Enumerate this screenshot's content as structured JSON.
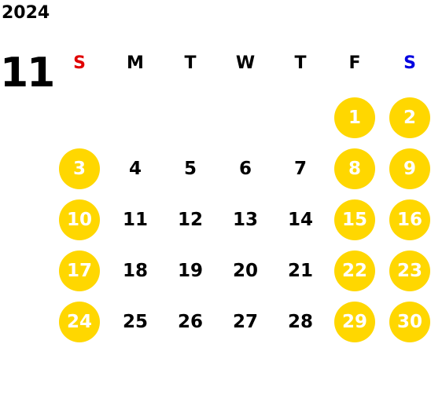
{
  "calendar": {
    "year": "2024",
    "month": "11",
    "weekdays": [
      {
        "label": "S",
        "color": "#e00000"
      },
      {
        "label": "M",
        "color": "#000000"
      },
      {
        "label": "T",
        "color": "#000000"
      },
      {
        "label": "W",
        "color": "#000000"
      },
      {
        "label": "T",
        "color": "#000000"
      },
      {
        "label": "F",
        "color": "#000000"
      },
      {
        "label": "S",
        "color": "#0000e0"
      }
    ],
    "first_weekday_index": 5,
    "days": [
      {
        "n": "1",
        "highlight": true
      },
      {
        "n": "2",
        "highlight": true
      },
      {
        "n": "3",
        "highlight": true
      },
      {
        "n": "4",
        "highlight": false
      },
      {
        "n": "5",
        "highlight": false
      },
      {
        "n": "6",
        "highlight": false
      },
      {
        "n": "7",
        "highlight": false
      },
      {
        "n": "8",
        "highlight": true
      },
      {
        "n": "9",
        "highlight": true
      },
      {
        "n": "10",
        "highlight": true
      },
      {
        "n": "11",
        "highlight": false
      },
      {
        "n": "12",
        "highlight": false
      },
      {
        "n": "13",
        "highlight": false
      },
      {
        "n": "14",
        "highlight": false
      },
      {
        "n": "15",
        "highlight": true
      },
      {
        "n": "16",
        "highlight": true
      },
      {
        "n": "17",
        "highlight": true
      },
      {
        "n": "18",
        "highlight": false
      },
      {
        "n": "19",
        "highlight": false
      },
      {
        "n": "20",
        "highlight": false
      },
      {
        "n": "21",
        "highlight": false
      },
      {
        "n": "22",
        "highlight": true
      },
      {
        "n": "23",
        "highlight": true
      },
      {
        "n": "24",
        "highlight": true
      },
      {
        "n": "25",
        "highlight": false
      },
      {
        "n": "26",
        "highlight": false
      },
      {
        "n": "27",
        "highlight": false
      },
      {
        "n": "28",
        "highlight": false
      },
      {
        "n": "29",
        "highlight": true
      },
      {
        "n": "30",
        "highlight": true
      }
    ],
    "highlight_color": "#ffd700"
  }
}
